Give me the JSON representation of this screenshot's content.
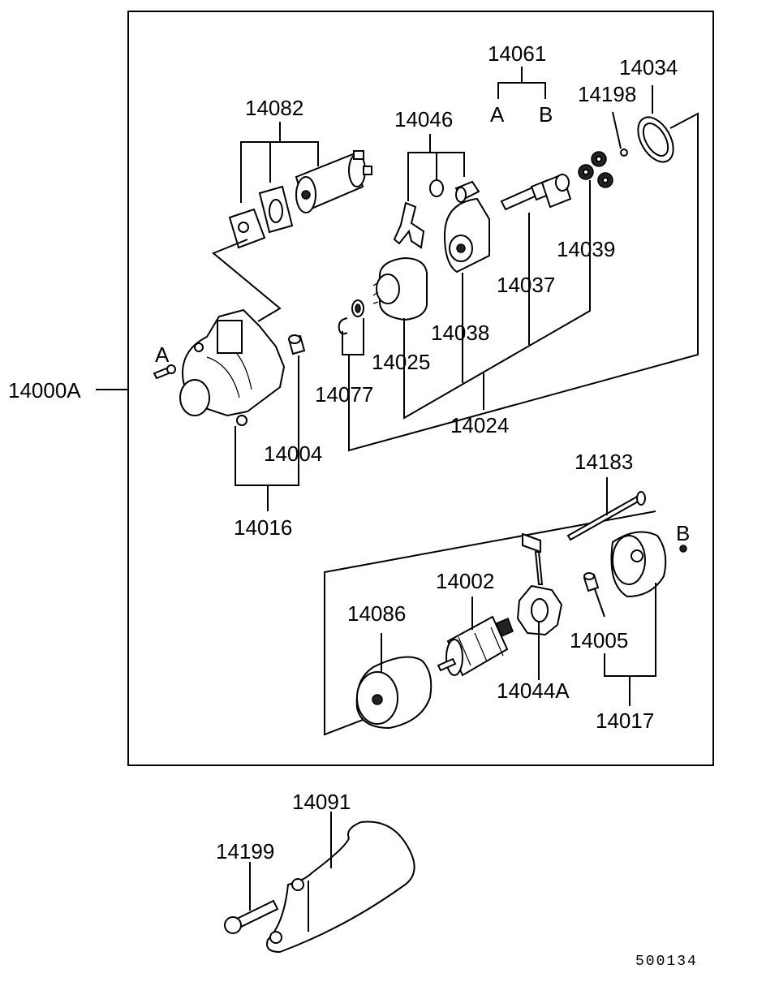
{
  "labels": {
    "assembly": "14000A",
    "p14061": "14061",
    "p14061_a": "A",
    "p14061_b": "B",
    "p14034": "14034",
    "p14198": "14198",
    "p14082": "14082",
    "p14046": "14046",
    "p14039": "14039",
    "p14037": "14037",
    "p14038": "14038",
    "p14025": "14025",
    "p14077": "14077",
    "p14024": "14024",
    "p14004": "14004",
    "p14016": "14016",
    "ref_a": "A",
    "p14183": "14183",
    "ref_b": "B",
    "p14002": "14002",
    "p14086": "14086",
    "p14005": "14005",
    "p14044a": "14044A",
    "p14017": "14017",
    "p14091": "14091",
    "p14199": "14199",
    "drawing_no": "500134"
  }
}
